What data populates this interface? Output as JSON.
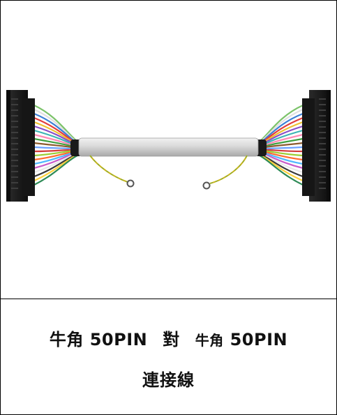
{
  "caption": {
    "left_type": "牛角",
    "left_pins": "50PIN",
    "connector_word": "對",
    "right_type": "牛角",
    "right_pins": "50PIN",
    "product": "連接線"
  },
  "colors": {
    "border": "#000000",
    "connector_body": "#1e1e1e",
    "cable_jacket": "#d6d6d6",
    "ground_wire": "#c8b41e"
  }
}
